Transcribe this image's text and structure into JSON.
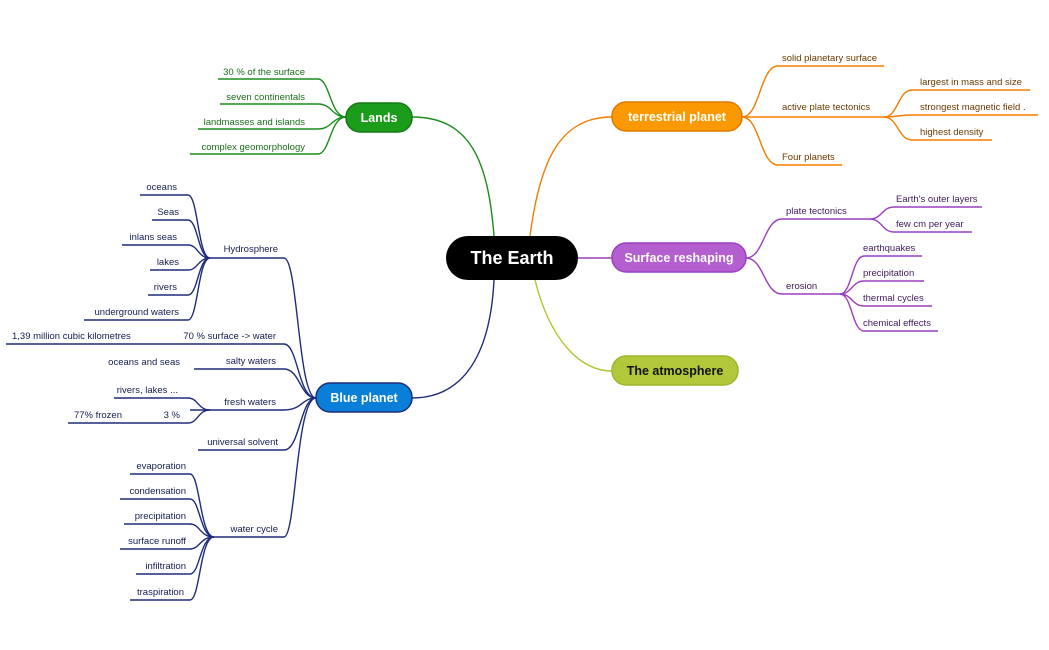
{
  "center": "The Earth",
  "colors": {
    "center": "#000000",
    "lands": "#1b8c1b",
    "lands_text": "#1a6e1a",
    "terrestrial": "#f57c00",
    "terrestrial_text": "#6b3b00",
    "surface": "#9b3fbf",
    "surface_text": "#3f1a5a",
    "surface_node": "#b45fcf",
    "atmosphere": "#aec632",
    "blue": "#1f2d7a",
    "blue_node": "#0a79d0",
    "blue_text": "#141d4e"
  },
  "lands": {
    "label": "Lands",
    "items": [
      "30 % of the surface",
      "seven continentals",
      "landmasses and islands",
      "complex geomorphology"
    ]
  },
  "terrestrial": {
    "label": "terrestrial planet",
    "solid": "solid planetary surface",
    "tectonics": "active plate tectonics",
    "tectonics_items": [
      "largest in mass and size",
      "strongest magnetic field .",
      "highest density"
    ],
    "four": "Four planets"
  },
  "surface": {
    "label": "Surface reshaping",
    "plate": "plate tectonics",
    "plate_items": [
      "Earth's outer layers",
      "few cm per year"
    ],
    "erosion": "erosion",
    "erosion_items": [
      "earthquakes",
      "precipitation",
      "thermal cycles",
      "chemical effects"
    ]
  },
  "atmosphere": {
    "label": "The atmosphere"
  },
  "blue": {
    "label": "Blue planet",
    "hydrosphere": "Hydrosphere",
    "hydro_items": [
      "oceans",
      "Seas",
      "inlans seas",
      "lakes",
      "rivers",
      "underground waters"
    ],
    "surface70": "70 % surface -> water",
    "volume": "1,39 million cubic kilometres",
    "salty": "salty waters",
    "salty_item": "oceans and seas",
    "fresh": "fresh waters",
    "rivers_lakes": "rivers, lakes ...",
    "three": "3 %",
    "frozen": "77% frozen",
    "solvent": "universal solvent",
    "cycle": "water cycle",
    "cycle_items": [
      "evaporation",
      "condensation",
      "precipitation",
      "surface runoff",
      "infiltration",
      "traspiration"
    ]
  }
}
